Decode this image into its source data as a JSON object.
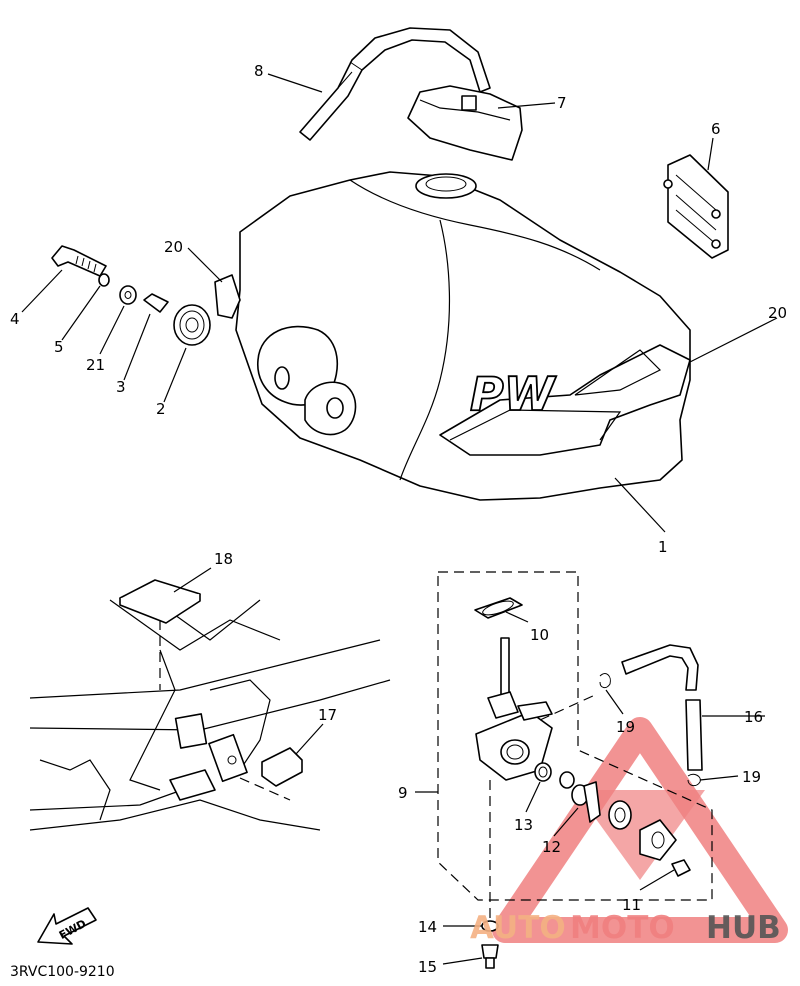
{
  "diagram": {
    "part_code": "3RVC100-9210",
    "fwd_label": "FWD",
    "tank_logo": "PW"
  },
  "callouts": [
    "1",
    "2",
    "3",
    "4",
    "5",
    "6",
    "7",
    "8",
    "9",
    "10",
    "11",
    "12",
    "13",
    "14",
    "15",
    "16",
    "17",
    "18",
    "19",
    "19",
    "20",
    "20",
    "21"
  ],
  "watermark": {
    "text_auto": "AUTO",
    "text_moto": "MOTO",
    "text_hub": "HUB",
    "color_red": "#f08080",
    "color_orange": "#f4b183",
    "color_dark": "#555555"
  }
}
